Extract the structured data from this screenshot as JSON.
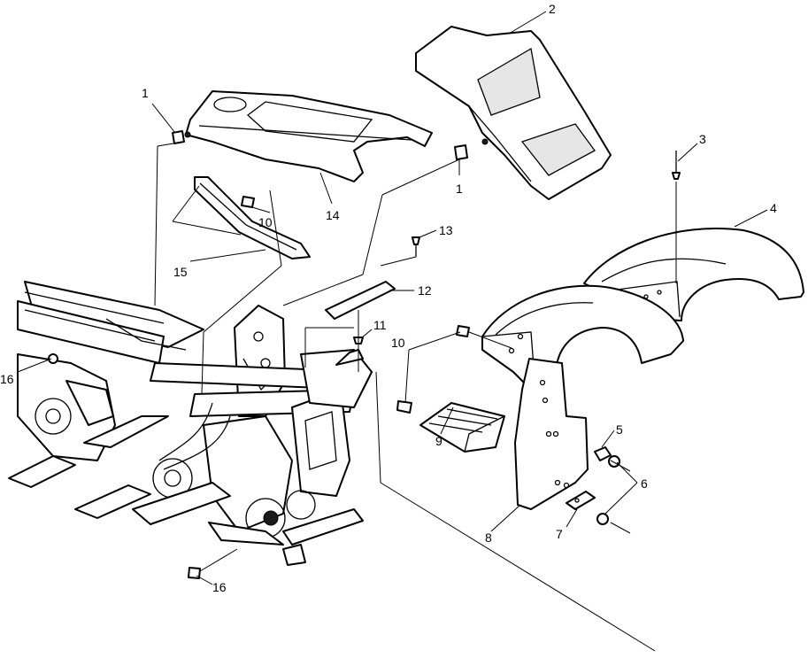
{
  "colors": {
    "line": "#000000",
    "background": "#ffffff",
    "fill": "#e6e6e6"
  },
  "callouts": {
    "c1a": "1",
    "c1b": "1",
    "c2": "2",
    "c3": "3",
    "c4": "4",
    "c5": "5",
    "c6": "6",
    "c7": "7",
    "c8": "8",
    "c9": "9",
    "c10a": "10",
    "c10b": "10",
    "c11": "11",
    "c12": "12",
    "c13": "13",
    "c14": "14",
    "c15": "15",
    "c16a": "16",
    "c16b": "16"
  }
}
